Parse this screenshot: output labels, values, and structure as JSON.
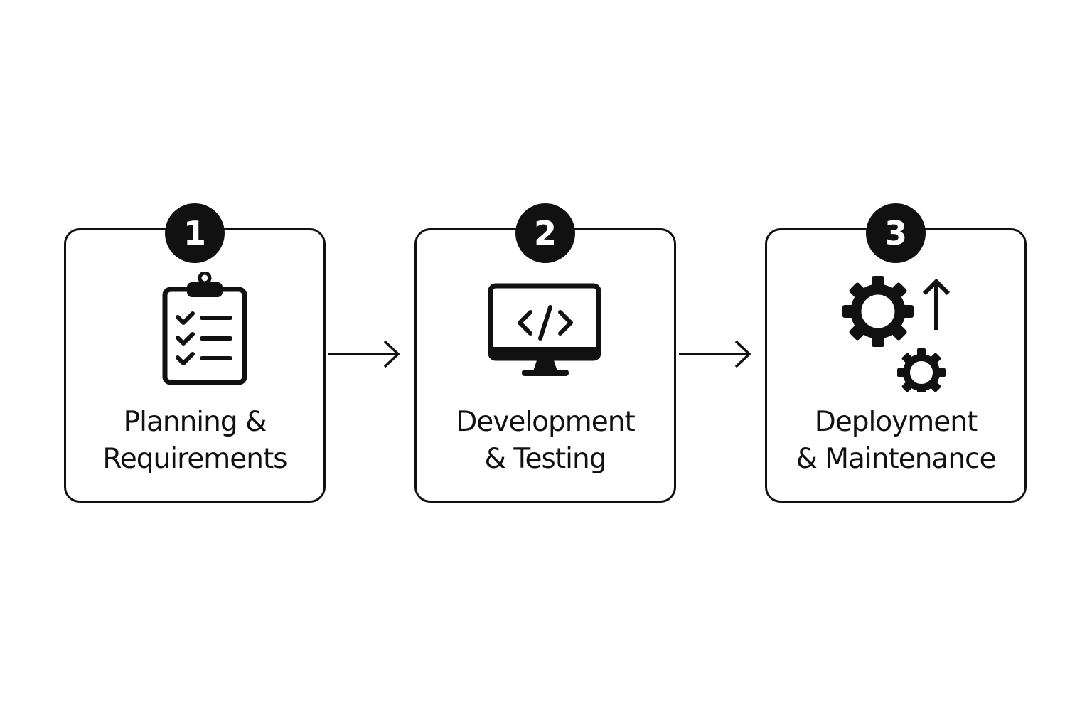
{
  "steps": [
    {
      "number": "1",
      "label_line1": "Planning &",
      "label_line2": "Requirements",
      "icon": "clipboard-checklist-icon"
    },
    {
      "number": "2",
      "label_line1": "Development",
      "label_line2": "& Testing",
      "icon": "monitor-code-icon"
    },
    {
      "number": "3",
      "label_line1": "Deployment",
      "label_line2": "& Maintenance",
      "icon": "gears-upload-icon"
    }
  ],
  "colors": {
    "ink": "#111111",
    "background": "#ffffff"
  }
}
